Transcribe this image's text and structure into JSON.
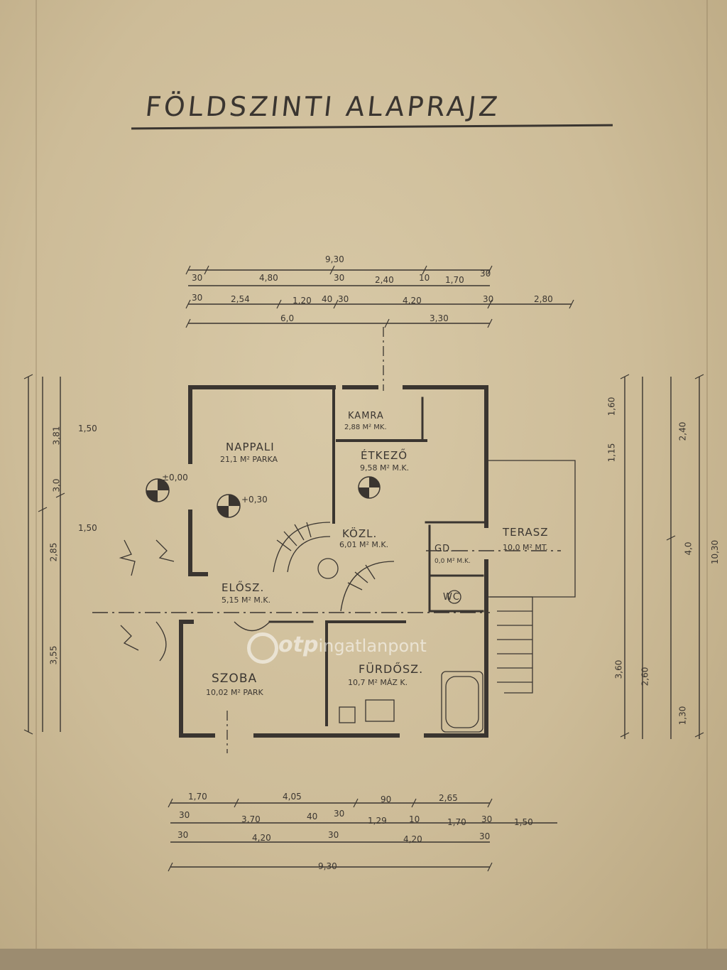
{
  "title": "FÖLDSZINTI ALAPRAJZ",
  "rooms": [
    {
      "name": "NAPPALI",
      "area": "21,1 M² PARKA"
    },
    {
      "name": "KAMRA",
      "area": "2,88 M² MK."
    },
    {
      "name": "ÉTKEZŐ",
      "area": "9,58 M² M.K."
    },
    {
      "name": "KÖZL.",
      "area": "6,01 M² M.K."
    },
    {
      "name": "TERASZ",
      "area": "10,0 M² MT."
    },
    {
      "name": "ELŐSZ.",
      "area": "5,15 M² M.K."
    },
    {
      "name": "SZOBA",
      "area": "10,02 M² PARK"
    },
    {
      "name": "FÜRDŐSZ.",
      "area": "10,7 M² MÁZ K."
    },
    {
      "name": "GD.",
      "area": "0,0 M² M.K."
    },
    {
      "name": "WC",
      "area": ""
    }
  ],
  "levels": {
    "left": "±0,00",
    "right": "+0,30"
  },
  "dims": {
    "top_overall": "9,30",
    "top_row1": [
      "30",
      "4,80",
      "30",
      "2,40",
      "10",
      "1,70",
      "30"
    ],
    "top_row2": [
      "30",
      "2,54",
      "1,20",
      "40",
      "30",
      "4,20",
      "30",
      "2,80"
    ],
    "top_row3": [
      "6,0",
      "3,30"
    ],
    "bottom_row1": [
      "1,70",
      "4,05",
      "90",
      "2,65"
    ],
    "bottom_row2": [
      "30",
      "3,70",
      "40",
      "30",
      "1,29",
      "10",
      "1,70",
      "30",
      "1,50"
    ],
    "bottom_row3": [
      "30",
      "4,20",
      "30",
      "4,20",
      "30"
    ],
    "bottom_overall": "9,30",
    "left": [
      "1,50",
      "3,81",
      "3,0",
      "2,85",
      "3,55",
      "1,50"
    ],
    "right": [
      "1,60",
      "1,15",
      "2,40",
      "3,60",
      "4,0",
      "10,30",
      "2,60",
      "1,30"
    ]
  },
  "watermark": {
    "brand": "otp",
    "rest": "ingatlanpont"
  }
}
